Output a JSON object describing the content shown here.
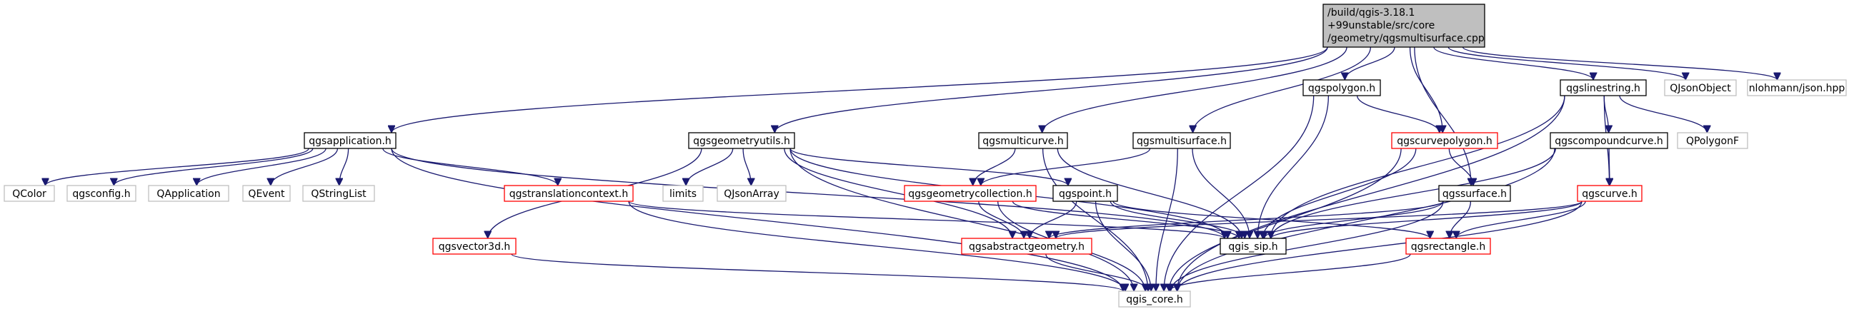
{
  "graph": {
    "colors": {
      "edge": "#191970",
      "node_border_default": "#000000",
      "node_border_red": "#ff0000",
      "node_border_gray": "#bfbfbf",
      "root_fill": "#bfbfbf",
      "node_fill": "#ffffff"
    },
    "nodes": [
      {
        "id": "root",
        "lines": [
          "/build/qgis-3.18.1",
          "+99unstable/src/core",
          "/geometry/qgsmultisurface.cpp"
        ],
        "style": "root",
        "interactable": false
      },
      {
        "id": "qgsapplication",
        "lines": [
          "qgsapplication.h"
        ],
        "style": "black",
        "interactable": true
      },
      {
        "id": "qgsgeometryutils",
        "lines": [
          "qgsgeometryutils.h"
        ],
        "style": "black",
        "interactable": true
      },
      {
        "id": "qgsmulticurve",
        "lines": [
          "qgsmulticurve.h"
        ],
        "style": "black",
        "interactable": true
      },
      {
        "id": "qgsmultisurface",
        "lines": [
          "qgsmultisurface.h"
        ],
        "style": "black",
        "interactable": true
      },
      {
        "id": "qgspolygon",
        "lines": [
          "qgspolygon.h"
        ],
        "style": "black",
        "interactable": true
      },
      {
        "id": "qgscurvepolygon",
        "lines": [
          "qgscurvepolygon.h"
        ],
        "style": "red",
        "interactable": true
      },
      {
        "id": "qgslinestring",
        "lines": [
          "qgslinestring.h"
        ],
        "style": "black",
        "interactable": true
      },
      {
        "id": "qjsonobject",
        "lines": [
          "QJsonObject"
        ],
        "style": "gray",
        "interactable": false
      },
      {
        "id": "nlohmann",
        "lines": [
          "nlohmann/json.hpp"
        ],
        "style": "gray",
        "interactable": false
      },
      {
        "id": "qcolor",
        "lines": [
          "QColor"
        ],
        "style": "gray",
        "interactable": false
      },
      {
        "id": "qgsconfig",
        "lines": [
          "qgsconfig.h"
        ],
        "style": "gray",
        "interactable": false
      },
      {
        "id": "qapplication",
        "lines": [
          "QApplication"
        ],
        "style": "gray",
        "interactable": false
      },
      {
        "id": "qevent",
        "lines": [
          "QEvent"
        ],
        "style": "gray",
        "interactable": false
      },
      {
        "id": "qstringlist",
        "lines": [
          "QStringList"
        ],
        "style": "gray",
        "interactable": false
      },
      {
        "id": "qgstranslationcontext",
        "lines": [
          "qgstranslationcontext.h"
        ],
        "style": "red",
        "interactable": true
      },
      {
        "id": "limits",
        "lines": [
          "limits"
        ],
        "style": "gray",
        "interactable": false
      },
      {
        "id": "qjsonarray",
        "lines": [
          "QJsonArray"
        ],
        "style": "gray",
        "interactable": false
      },
      {
        "id": "qgsgeometrycollection",
        "lines": [
          "qgsgeometrycollection.h"
        ],
        "style": "red",
        "interactable": true
      },
      {
        "id": "qgspoint",
        "lines": [
          "qgspoint.h"
        ],
        "style": "black",
        "interactable": true
      },
      {
        "id": "qgssurface",
        "lines": [
          "qgssurface.h"
        ],
        "style": "black",
        "interactable": true
      },
      {
        "id": "qgscompoundcurve",
        "lines": [
          "qgscompoundcurve.h"
        ],
        "style": "black",
        "interactable": true
      },
      {
        "id": "qpolygonf",
        "lines": [
          "QPolygonF"
        ],
        "style": "gray",
        "interactable": false
      },
      {
        "id": "qgscurve",
        "lines": [
          "qgscurve.h"
        ],
        "style": "red",
        "interactable": true
      },
      {
        "id": "qgsvector3d",
        "lines": [
          "qgsvector3d.h"
        ],
        "style": "red",
        "interactable": true
      },
      {
        "id": "qgsabstractgeometry",
        "lines": [
          "qgsabstractgeometry.h"
        ],
        "style": "red",
        "interactable": true
      },
      {
        "id": "qgis_sip",
        "lines": [
          "qgis_sip.h"
        ],
        "style": "black",
        "interactable": true
      },
      {
        "id": "qgsrectangle",
        "lines": [
          "qgsrectangle.h"
        ],
        "style": "red",
        "interactable": true
      },
      {
        "id": "qgis_core",
        "lines": [
          "qgis_core.h"
        ],
        "style": "gray",
        "interactable": false
      }
    ],
    "edges": [
      [
        "root",
        "qgsapplication"
      ],
      [
        "root",
        "qgsgeometryutils"
      ],
      [
        "root",
        "qgsmulticurve"
      ],
      [
        "root",
        "qgsmultisurface"
      ],
      [
        "root",
        "qgspolygon"
      ],
      [
        "root",
        "qgscurvepolygon"
      ],
      [
        "root",
        "qgslinestring"
      ],
      [
        "root",
        "qjsonobject"
      ],
      [
        "root",
        "nlohmann"
      ],
      [
        "root",
        "qgssurface"
      ],
      [
        "qgsapplication",
        "qcolor"
      ],
      [
        "qgsapplication",
        "qgsconfig"
      ],
      [
        "qgsapplication",
        "qapplication"
      ],
      [
        "qgsapplication",
        "qevent"
      ],
      [
        "qgsapplication",
        "qstringlist"
      ],
      [
        "qgsapplication",
        "qgstranslationcontext"
      ],
      [
        "qgsapplication",
        "qgis_sip"
      ],
      [
        "qgsapplication",
        "qgis_core"
      ],
      [
        "qgsgeometryutils",
        "qgsvector3d"
      ],
      [
        "qgsgeometryutils",
        "limits"
      ],
      [
        "qgsgeometryutils",
        "qjsonarray"
      ],
      [
        "qgsgeometryutils",
        "qgspoint"
      ],
      [
        "qgsgeometryutils",
        "qgis_sip"
      ],
      [
        "qgsgeometryutils",
        "qgis_core"
      ],
      [
        "qgsgeometryutils",
        "qgsabstractgeometry"
      ],
      [
        "qgsmulticurve",
        "qgsgeometrycollection"
      ],
      [
        "qgsmulticurve",
        "qgis_sip"
      ],
      [
        "qgsmulticurve",
        "qgis_core"
      ],
      [
        "qgsmultisurface",
        "qgsgeometrycollection"
      ],
      [
        "qgsmultisurface",
        "qgis_sip"
      ],
      [
        "qgsmultisurface",
        "qgis_core"
      ],
      [
        "qgspolygon",
        "qgscurvepolygon"
      ],
      [
        "qgspolygon",
        "qgis_sip"
      ],
      [
        "qgspolygon",
        "qgis_core"
      ],
      [
        "qgscurvepolygon",
        "qgssurface"
      ],
      [
        "qgscurvepolygon",
        "qgis_sip"
      ],
      [
        "qgscurvepolygon",
        "qgis_core"
      ],
      [
        "qgslinestring",
        "qgscompoundcurve"
      ],
      [
        "qgslinestring",
        "qpolygonf"
      ],
      [
        "qgslinestring",
        "qgscurve"
      ],
      [
        "qgslinestring",
        "qgis_sip"
      ],
      [
        "qgslinestring",
        "qgis_core"
      ],
      [
        "qgstranslationcontext",
        "qgis_sip"
      ],
      [
        "qgstranslationcontext",
        "qgis_core"
      ],
      [
        "qgsgeometrycollection",
        "qgsabstractgeometry"
      ],
      [
        "qgsgeometrycollection",
        "qgis_sip"
      ],
      [
        "qgsgeometrycollection",
        "qgis_core"
      ],
      [
        "qgspoint",
        "qgsabstractgeometry"
      ],
      [
        "qgspoint",
        "qgis_sip"
      ],
      [
        "qgspoint",
        "qgsrectangle"
      ],
      [
        "qgspoint",
        "qgis_core"
      ],
      [
        "qgssurface",
        "qgsabstractgeometry"
      ],
      [
        "qgssurface",
        "qgsrectangle"
      ],
      [
        "qgssurface",
        "qgis_sip"
      ],
      [
        "qgssurface",
        "qgis_core"
      ],
      [
        "qgscompoundcurve",
        "qgscurve"
      ],
      [
        "qgscompoundcurve",
        "qgis_sip"
      ],
      [
        "qgscompoundcurve",
        "qgis_core"
      ],
      [
        "qgscurve",
        "qgsabstractgeometry"
      ],
      [
        "qgscurve",
        "qgsrectangle"
      ],
      [
        "qgscurve",
        "qgis_sip"
      ],
      [
        "qgscurve",
        "qgis_core"
      ],
      [
        "qgsvector3d",
        "qgis_core"
      ],
      [
        "qgsabstractgeometry",
        "qgis_core"
      ],
      [
        "qgsrectangle",
        "qgis_core"
      ]
    ]
  }
}
